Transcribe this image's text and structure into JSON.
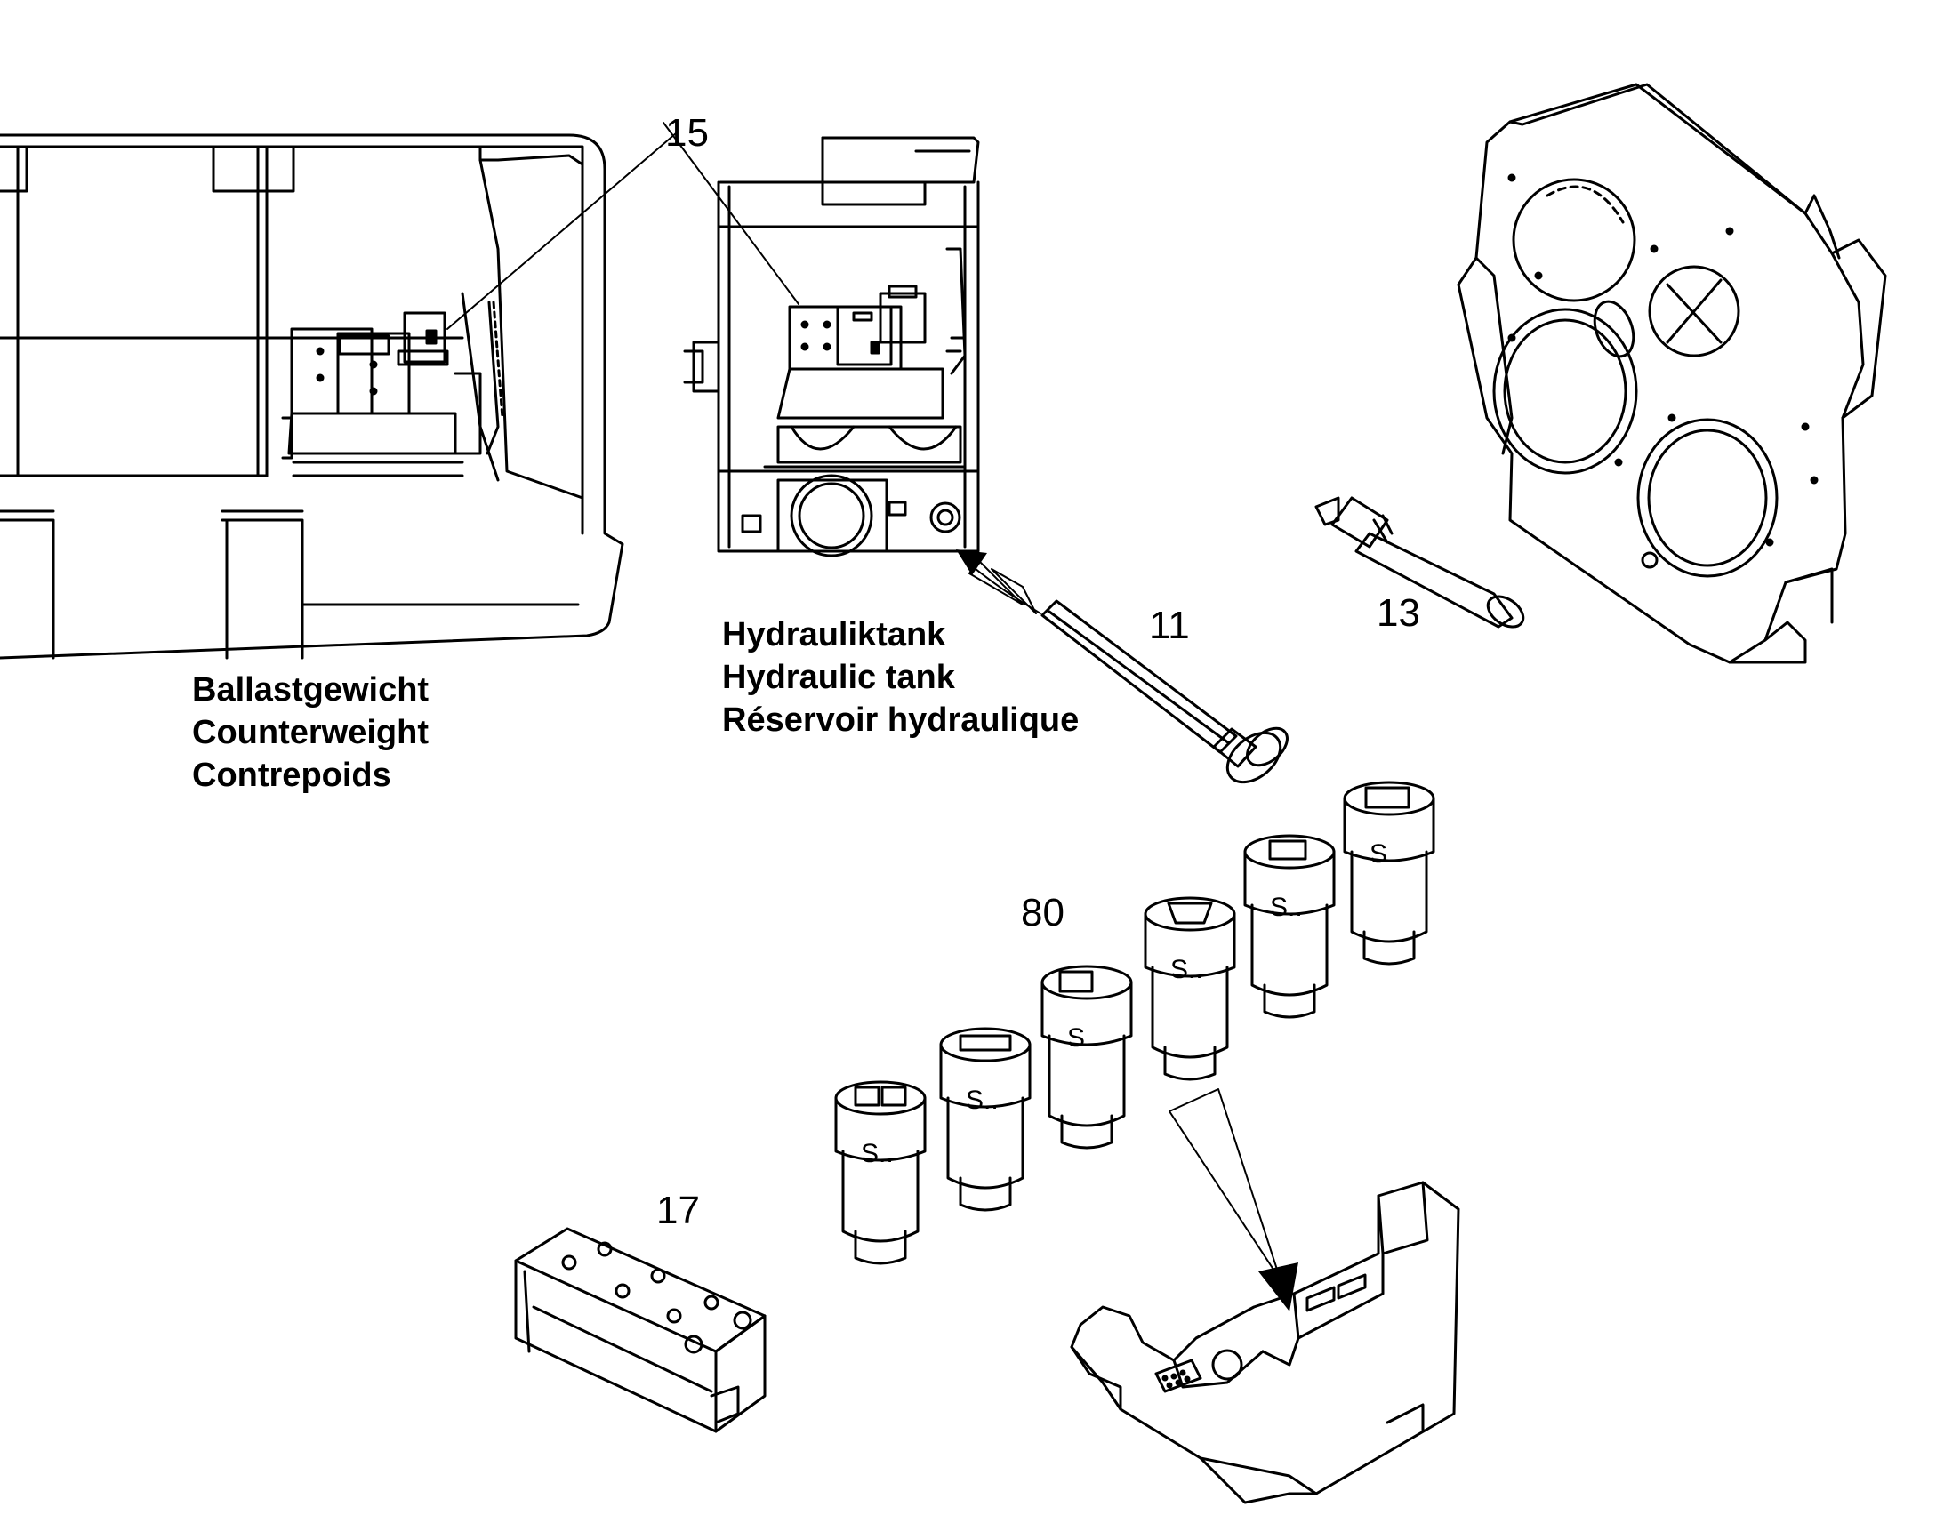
{
  "callouts": {
    "c15": "15",
    "c11": "11",
    "c13": "13",
    "c80": "80",
    "c17": "17"
  },
  "captions": {
    "counterweight": [
      "Ballastgewicht",
      "Counterweight",
      "Contrepoids"
    ],
    "hydraulic_tank": [
      "Hydrauliktank",
      "Hydraulic tank",
      "Réservoir hydraulique"
    ]
  },
  "switch_labels": [
    "S..",
    "S..",
    "S..",
    "S..",
    "S..",
    "S.."
  ]
}
